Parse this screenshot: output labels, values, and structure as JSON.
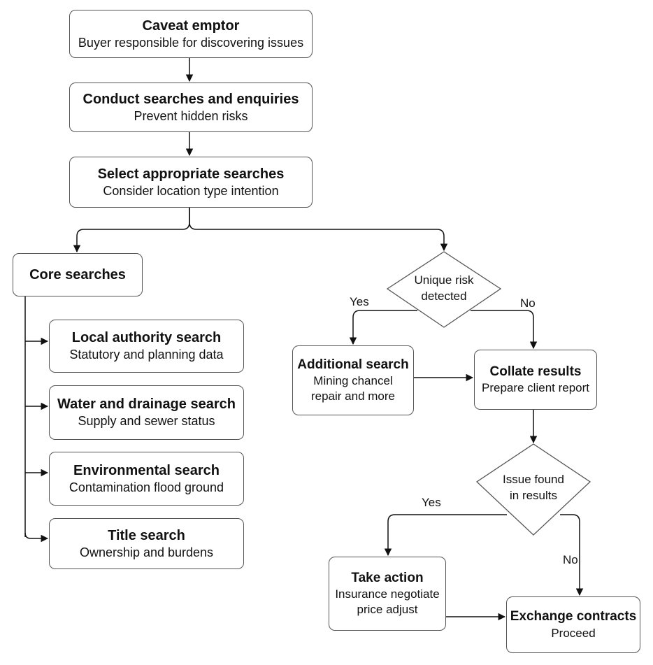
{
  "nodes": {
    "caveat": {
      "title": "Caveat emptor",
      "subtitle": "Buyer responsible for discovering issues"
    },
    "conduct": {
      "title": "Conduct searches and enquiries",
      "subtitle": "Prevent hidden risks"
    },
    "select": {
      "title": "Select appropriate searches",
      "subtitle": "Consider location type intention"
    },
    "core": {
      "title": "Core searches"
    },
    "local": {
      "title": "Local authority search",
      "subtitle": "Statutory and planning data"
    },
    "water": {
      "title": "Water and drainage search",
      "subtitle": "Supply and sewer status"
    },
    "environmental": {
      "title": "Environmental search",
      "subtitle": "Contamination flood ground"
    },
    "title_search": {
      "title": "Title search",
      "subtitle": "Ownership and burdens"
    },
    "unique_risk": {
      "line1": "Unique risk",
      "line2": "detected"
    },
    "additional": {
      "title": "Additional search",
      "line1": "Mining chancel",
      "line2": "repair and more"
    },
    "collate": {
      "title": "Collate results",
      "subtitle": "Prepare client report"
    },
    "issue_found": {
      "line1": "Issue found",
      "line2": "in results"
    },
    "take_action": {
      "title": "Take action",
      "line1": "Insurance negotiate",
      "line2": "price adjust"
    },
    "exchange": {
      "title": "Exchange contracts",
      "subtitle": "Proceed"
    }
  },
  "labels": {
    "yes1": "Yes",
    "no1": "No",
    "yes2": "Yes",
    "no2": "No"
  },
  "colors": {
    "stroke": "#555555",
    "text": "#111111",
    "background": "#ffffff"
  }
}
